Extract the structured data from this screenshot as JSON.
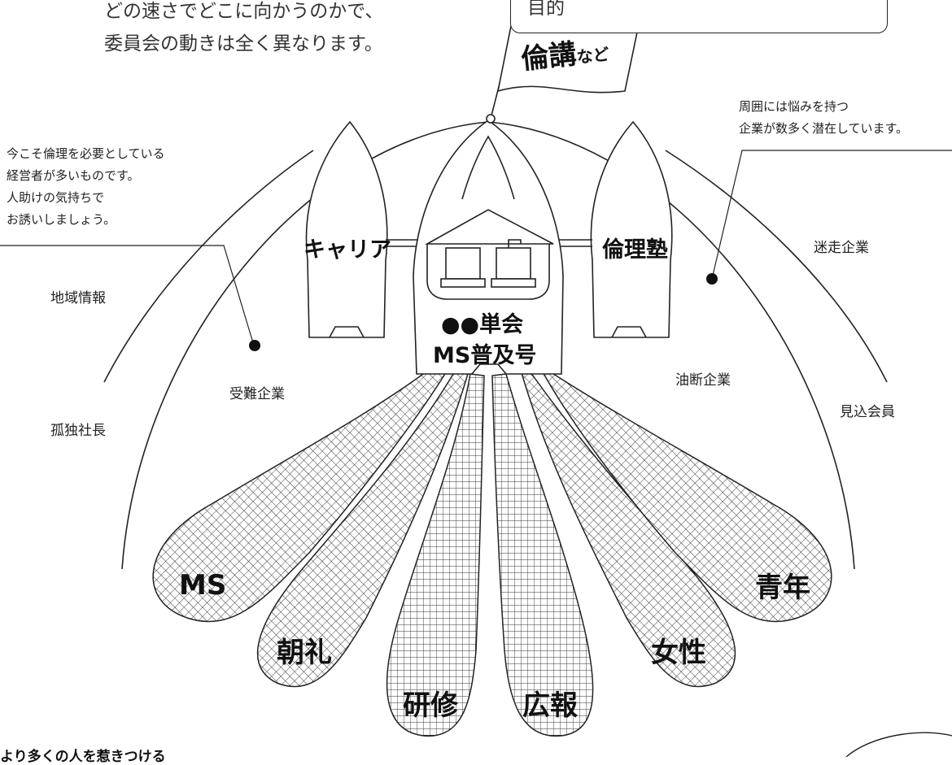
{
  "intro": {
    "line1": "どの速さでどこに向かうのかで、",
    "line2": "委員会の動きは全く異なります。"
  },
  "callout": {
    "text": "目的"
  },
  "flag": {
    "main": "倫講",
    "suffix": "など"
  },
  "notes": {
    "left": [
      "今こそ倫理を必要としている",
      "経営者が多いものです。",
      "人助けの気持ちで",
      "お誘いしましょう。"
    ],
    "right": [
      "周囲には悩みを持つ",
      "企業が数多く潜在しています。"
    ]
  },
  "areas": {
    "region_info": "地域情報",
    "lonely_president": "孤独社長",
    "troubled_company": "受難企業",
    "careless_company": "油断企業",
    "wandering_company": "迷走企業",
    "prospect_member": "見込会員"
  },
  "boats": {
    "left": "キャリア",
    "right": "倫理塾",
    "main_line1": "●●単会",
    "main_line2": "MS普及号"
  },
  "nets": [
    "MS",
    "朝礼",
    "研修",
    "広報",
    "女性",
    "青年"
  ],
  "footer": {
    "text": "より多くの人を惹きつける"
  }
}
